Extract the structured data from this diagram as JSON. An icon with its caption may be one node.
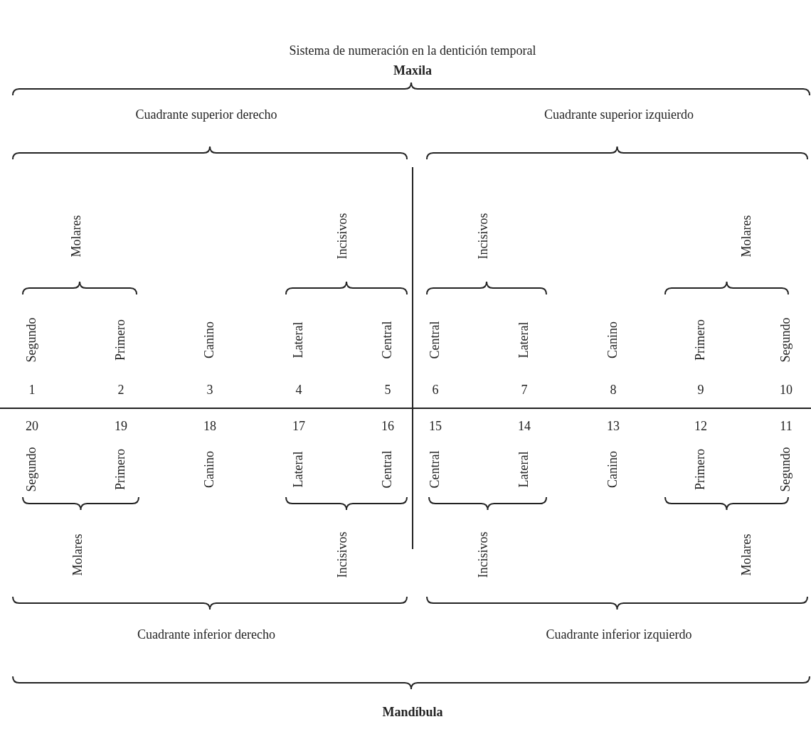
{
  "diagram": {
    "title": "Sistema de numeración en la dentición temporal",
    "labels": [
      "Maxila",
      "Cuadrante superior derecho",
      "Cuadrante superior izquierdo",
      "Molares",
      "Incisivos",
      "Incisivos",
      "Molares",
      "Segundo",
      "Primero",
      "Canino",
      "Lateral",
      "Central",
      "Central",
      "Lateral",
      "Canino",
      "Primero",
      "Segundo",
      "1",
      "2",
      "3",
      "4",
      "5",
      "6",
      "7",
      "8",
      "9",
      "10",
      "20",
      "19",
      "18",
      "17",
      "16",
      "15",
      "14",
      "13",
      "12",
      "11",
      "Segundo",
      "Primero",
      "Canino",
      "Lateral",
      "Central",
      "Central",
      "Lateral",
      "Canino",
      "Primero",
      "Segundo",
      "Molares",
      "Incisivos",
      "Incisivos",
      "Molares",
      "Cuadrante inferior derecho",
      "Cuadrante inferior izquierdo",
      "Mandíbula"
    ]
  }
}
